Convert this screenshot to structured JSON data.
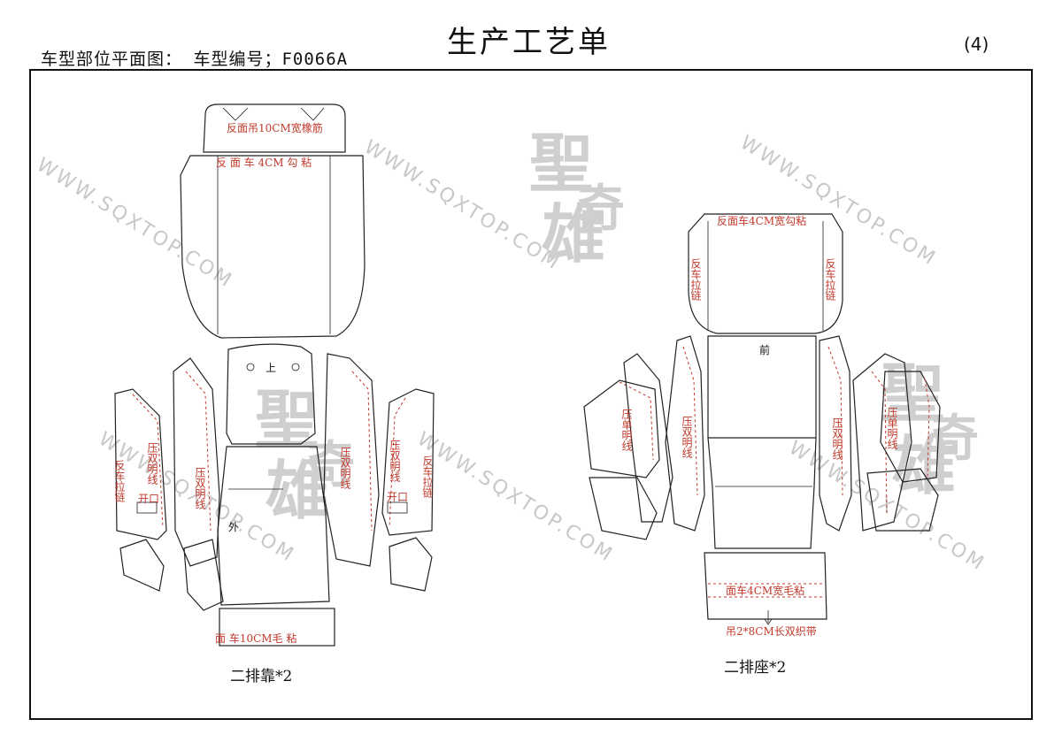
{
  "header": {
    "title": "生产工艺单",
    "subtitle": "车型部位平面图：  车型编号；F0066A",
    "page_no": "(4)"
  },
  "watermark": {
    "url": "WWW.SQXTOP.COM",
    "brand_1": "聖",
    "brand_2": "奇",
    "brand_3": "雄"
  },
  "left_pattern": {
    "caption": "二排靠*2",
    "notes": {
      "top_band": "反面吊10CM宽橡筋",
      "upper": "反 面 车 4CM  勾  粘",
      "bottom_band": "面    车10CM毛     粘",
      "zip_left": "反车拉链",
      "zip_right": "反车拉链",
      "dbl_stitch_1": "压双明线",
      "dbl_stitch_2": "压双明线",
      "dbl_stitch_3": "压双明线",
      "dbl_stitch_4": "压双明线",
      "opening_left": "开口",
      "opening_right": "开口",
      "mark_up": "上",
      "mark_out": "外"
    }
  },
  "right_pattern": {
    "caption": "二排座*2",
    "notes": {
      "top": "反面车4CM宽勾粘",
      "zip_left": "反车拉链",
      "zip_right": "反车拉链",
      "mark_front": "前",
      "single_stitch_left": "压单明线",
      "single_stitch_right": "压单明线",
      "dbl_stitch_left": "压双明线",
      "dbl_stitch_right": "压双明线",
      "bottom_band": "面车4CM宽毛粘",
      "strap": "吊2*8CM长双织带"
    }
  }
}
